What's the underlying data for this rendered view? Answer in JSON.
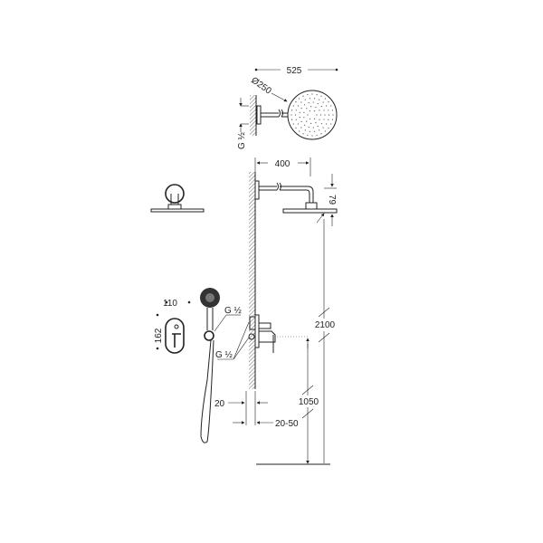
{
  "drawing": {
    "dimensions": {
      "top_width": "525",
      "head_diameter": "Ø250",
      "top_thread": "G ½",
      "arm_length": "400",
      "head_drop": "79",
      "plate_width": "110",
      "plate_height": "162",
      "hand_thread": "G ½",
      "mixer_thread": "G ½",
      "wall_depth": "20",
      "mixer_depth": "20-50",
      "total_height": "2100",
      "mixer_height": "1050"
    },
    "colors": {
      "line": "#222222",
      "background": "#ffffff"
    }
  }
}
